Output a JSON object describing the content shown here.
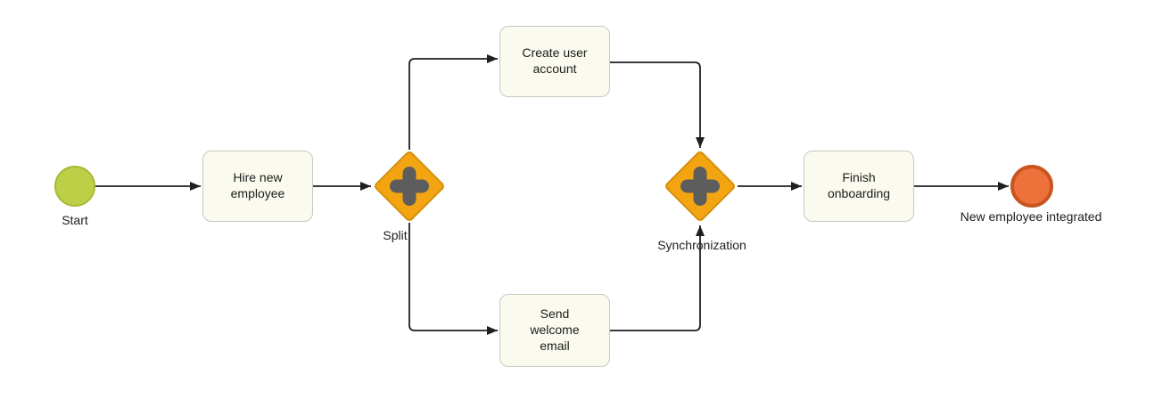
{
  "diagram": {
    "type": "bpmn-process",
    "nodes": {
      "start": {
        "label": "Start",
        "type": "start-event"
      },
      "hire": {
        "label": "Hire new\nemployee",
        "type": "task"
      },
      "split": {
        "label": "Split",
        "type": "parallel-gateway"
      },
      "create": {
        "label": "Create user\naccount",
        "type": "task"
      },
      "send": {
        "label": "Send\nwelcome\nemail",
        "type": "task"
      },
      "sync": {
        "label": "Synchronization",
        "type": "parallel-gateway"
      },
      "finish": {
        "label": "Finish\nonboarding",
        "type": "task"
      },
      "end": {
        "label": "New employee integrated",
        "type": "end-event"
      }
    },
    "colors": {
      "start_fill": "#bccf46",
      "start_stroke": "#a6ba37",
      "end_fill": "#ec713b",
      "end_stroke": "#c8551f",
      "task_fill": "#fbfaef",
      "task_border": "#c9c8bd",
      "gateway_fill": "#f2a511",
      "gateway_border": "#d4900d",
      "gateway_icon": "#5d5d5d",
      "edge": "#1f1f1f",
      "label_color": "#1c1c1c"
    }
  }
}
